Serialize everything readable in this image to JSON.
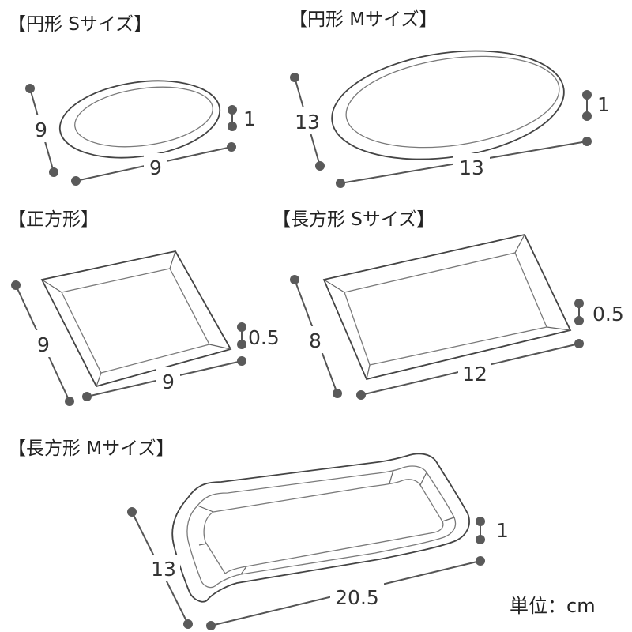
{
  "trays": {
    "round_s": {
      "title": "【円形 Sサイズ】",
      "depth": "9",
      "width": "9",
      "height": "1"
    },
    "round_m": {
      "title": "【円形 Mサイズ】",
      "depth": "13",
      "width": "13",
      "height": "1"
    },
    "square": {
      "title": "【正方形】",
      "depth": "9",
      "width": "9",
      "height": "0.5"
    },
    "rect_s": {
      "title": "【長方形 Sサイズ】",
      "depth": "8",
      "width": "12",
      "height": "0.5"
    },
    "rect_m": {
      "title": "【長方形 Mサイズ】",
      "depth": "13",
      "width": "20.5",
      "height": "1"
    }
  },
  "unit_label": "単位：cm"
}
